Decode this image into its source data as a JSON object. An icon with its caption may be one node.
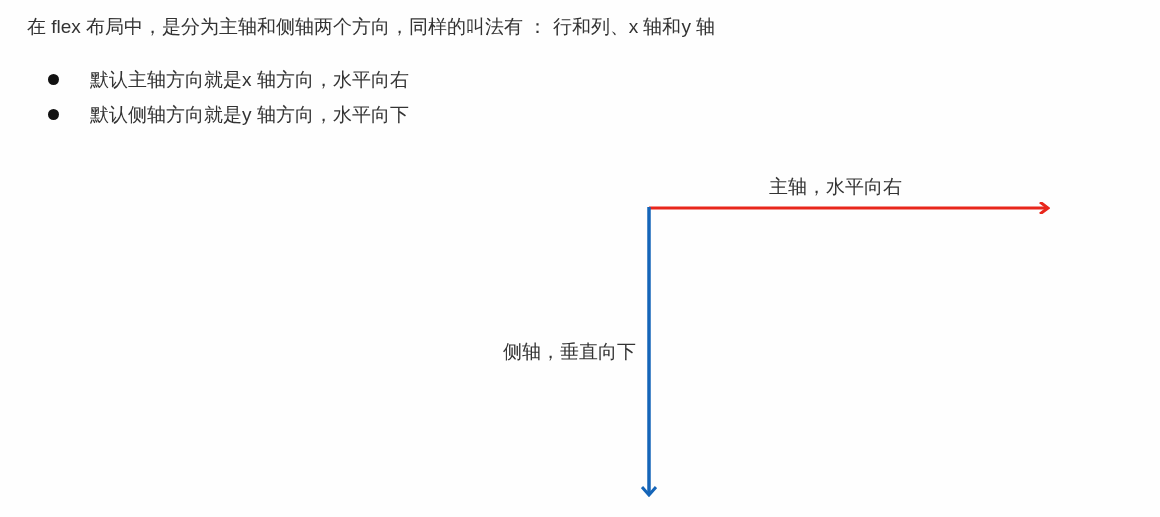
{
  "diagram": {
    "labels": [
      "在 flex 布局中，是分为主轴和侧轴两个方向，同样的叫法有 ： 行和列、x 轴和y 轴",
      "默认主轴方向就是x 轴方向，水平向右",
      "默认侧轴方向就是y 轴方向，水平向下",
      "主轴，水平向右",
      "侧轴，垂直向下"
    ]
  }
}
